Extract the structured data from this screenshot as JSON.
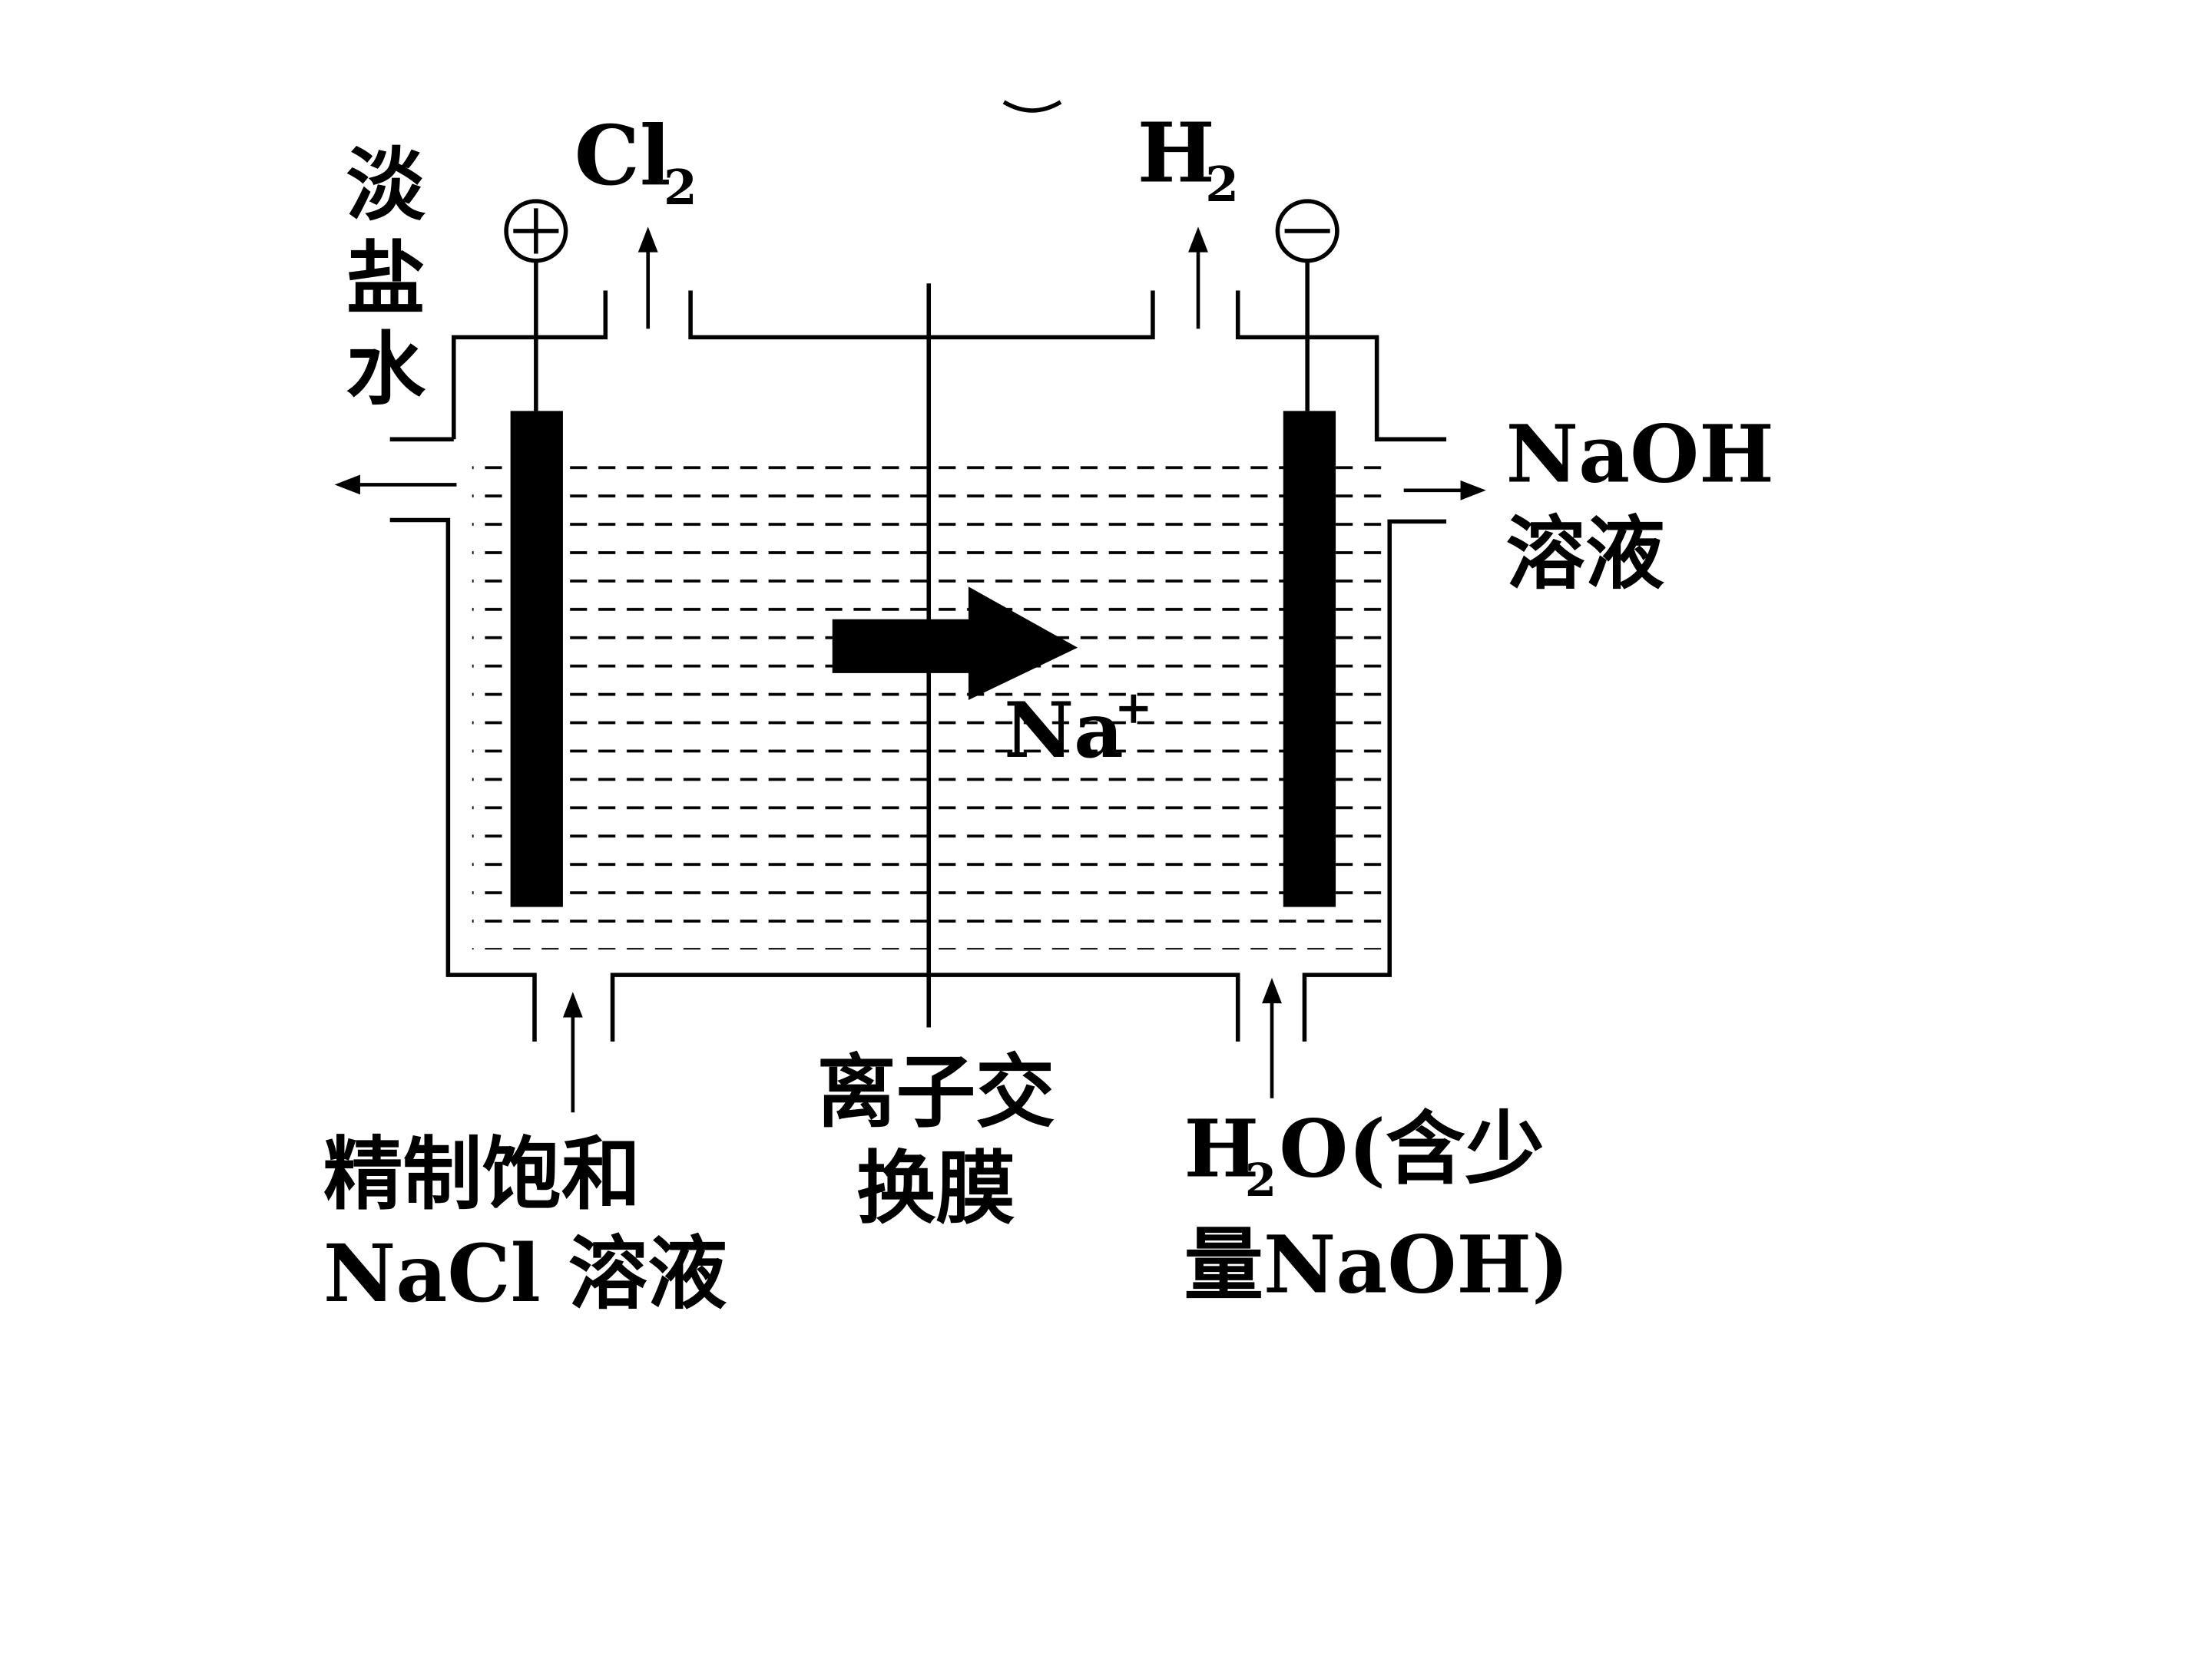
{
  "diagram": {
    "labels": {
      "brine_out": [
        "淡",
        "盐",
        "水"
      ],
      "cl2_main": "Cl",
      "cl2_sub": "2",
      "h2_main": "H",
      "h2_sub": "2",
      "naoh_out_line1": "NaOH",
      "naoh_out_line2": "溶液",
      "na_ion_main": "Na",
      "na_ion_sup": "+",
      "membrane_line1": "离子交",
      "membrane_line2": "换膜",
      "feed_left_line1": "精制饱和",
      "feed_left_line2": "NaCl 溶液",
      "feed_right_h": "H",
      "feed_right_sub": "2",
      "feed_right_rest": "O(含少",
      "feed_right_line2": "量NaOH)"
    },
    "symbols": {
      "anode": "+",
      "cathode": "−"
    },
    "colors": {
      "ink": "#000000",
      "background": "#ffffff"
    }
  }
}
